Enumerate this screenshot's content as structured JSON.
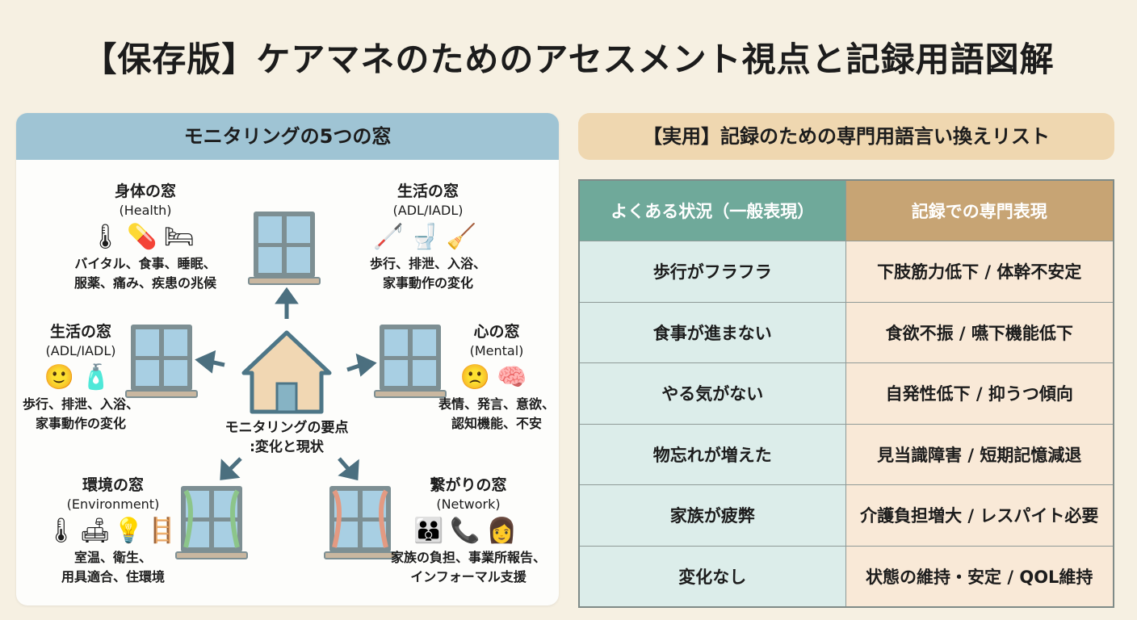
{
  "title": "【保存版】ケアマネのためのアセスメント視点と記録用語図解",
  "left_panel": {
    "header": "モニタリングの5つの窓",
    "center_label": [
      "モニタリングの要点",
      ":変化と現状"
    ],
    "windows": [
      {
        "title": "身体の窓",
        "subtitle": "(Health)",
        "icons": [
          "thermometer-icon",
          "pill-icon",
          "bed-icon"
        ],
        "details": [
          "バイタル、食事、睡眠、",
          "服薬、痛み、疾患の兆候"
        ]
      },
      {
        "title": "生活の窓",
        "subtitle": "(ADL/IADL)",
        "icons": [
          "walker-icon",
          "toilet-icon",
          "vacuum-icon"
        ],
        "details": [
          "歩行、排泄、入浴、",
          "家事動作の変化"
        ]
      },
      {
        "title": "生活の窓",
        "subtitle": "(ADL/IADL)",
        "icons": [
          "smile-face-icon",
          "bottle-icon"
        ],
        "details": [
          "歩行、排泄、入浴、",
          "家事動作の変化"
        ]
      },
      {
        "title": "心の窓",
        "subtitle": "(Mental)",
        "icons": [
          "sad-face-icon",
          "brain-icon"
        ],
        "details": [
          "表情、発言、意欲、",
          "認知機能、不安"
        ]
      },
      {
        "title": "環境の窓",
        "subtitle": "(Environment)",
        "icons": [
          "thermometer-icon",
          "sofa-icon",
          "lamp-icon",
          "handrail-icon"
        ],
        "details": [
          "室温、衛生、",
          "用具適合、住環境"
        ]
      },
      {
        "title": "繋がりの窓",
        "subtitle": "(Network)",
        "icons": [
          "family-icon",
          "phone-icon",
          "caregiver-icon"
        ],
        "details": [
          "家族の負担、事業所報告、",
          "インフォーマル支援"
        ]
      }
    ]
  },
  "right_panel": {
    "header": "【実用】記録のための専門用語言い換えリスト",
    "columns": [
      "よくある状況（一般表現）",
      "記録での専門表現"
    ],
    "rows": [
      [
        "歩行がフラフラ",
        "下肢筋力低下 / 体幹不安定"
      ],
      [
        "食事が進まない",
        "食欲不振 / 嚥下機能低下"
      ],
      [
        "やる気がない",
        "自発性低下 / 抑うつ傾向"
      ],
      [
        "物忘れが増えた",
        "見当識障害 / 短期記憶減退"
      ],
      [
        "家族が疲弊",
        "介護負担増大 / レスパイト必要"
      ],
      [
        "変化なし",
        "状態の維持・安定 / QOL維持"
      ]
    ]
  },
  "colors": {
    "background": "#f6f0e2",
    "left_header": "#9fc4d4",
    "right_header": "#efd7b0",
    "table_head_left": "#6fa99a",
    "table_head_right": "#c7a474"
  }
}
